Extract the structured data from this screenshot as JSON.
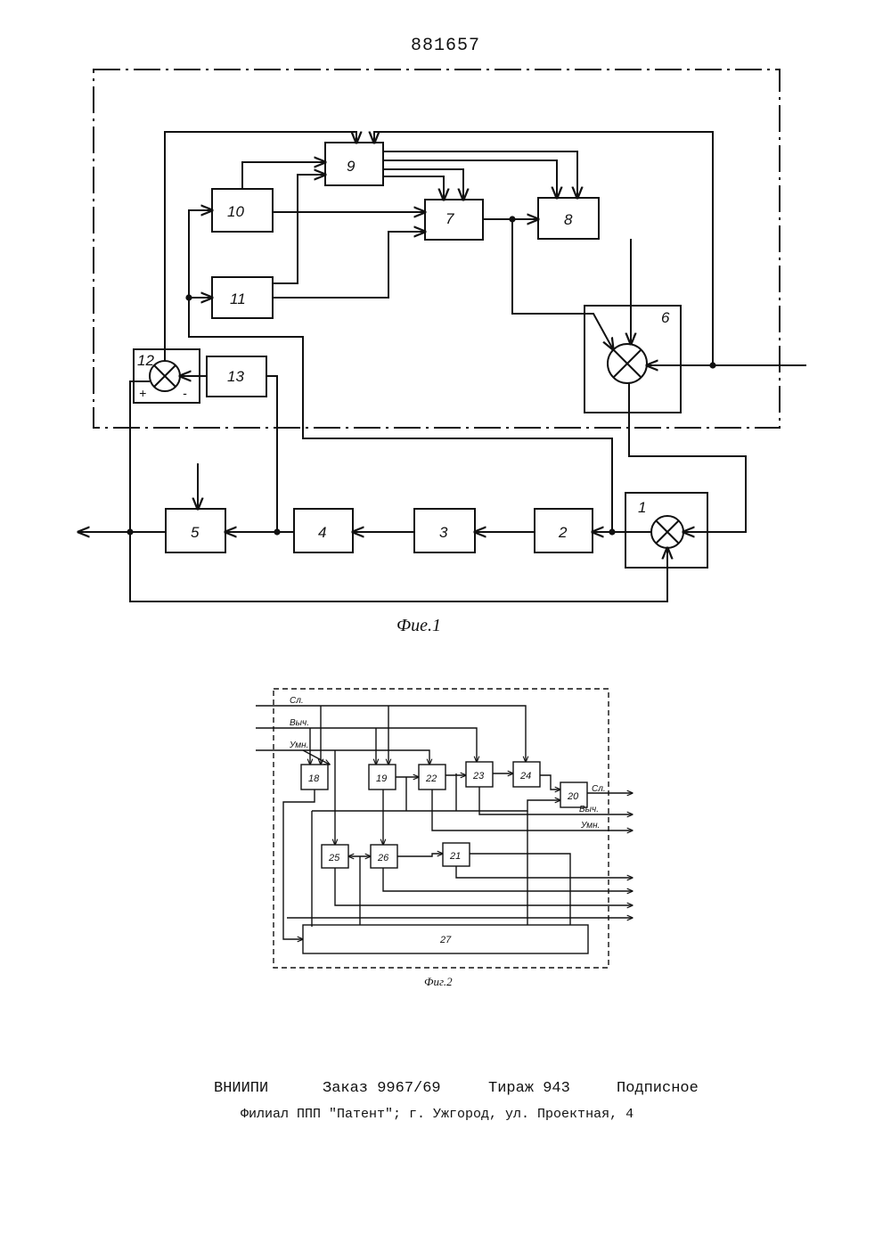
{
  "patent_number": "881657",
  "figure1": {
    "caption": "Фие.1",
    "blocks": [
      "1",
      "2",
      "3",
      "4",
      "5",
      "6",
      "7",
      "8",
      "9",
      "10",
      "11",
      "12",
      "13"
    ],
    "signs": {
      "plus": "+",
      "minus": "-"
    }
  },
  "figure2": {
    "caption": "Фиг.2",
    "blocks": [
      "18",
      "19",
      "20",
      "21",
      "22",
      "23",
      "24",
      "25",
      "26",
      "27"
    ],
    "inputs": [
      "Сл.",
      "Выч.",
      "Умн."
    ],
    "outputs": [
      "Сл.",
      "Выч.",
      "Умн."
    ]
  },
  "footer": {
    "org": "ВНИИПИ",
    "order": "Заказ 9967/69",
    "edition": "Тираж 943",
    "subscription": "Подписное",
    "branch": "Филиал ППП \"Патент\"; г. Ужгород, ул. Проектная, 4"
  }
}
